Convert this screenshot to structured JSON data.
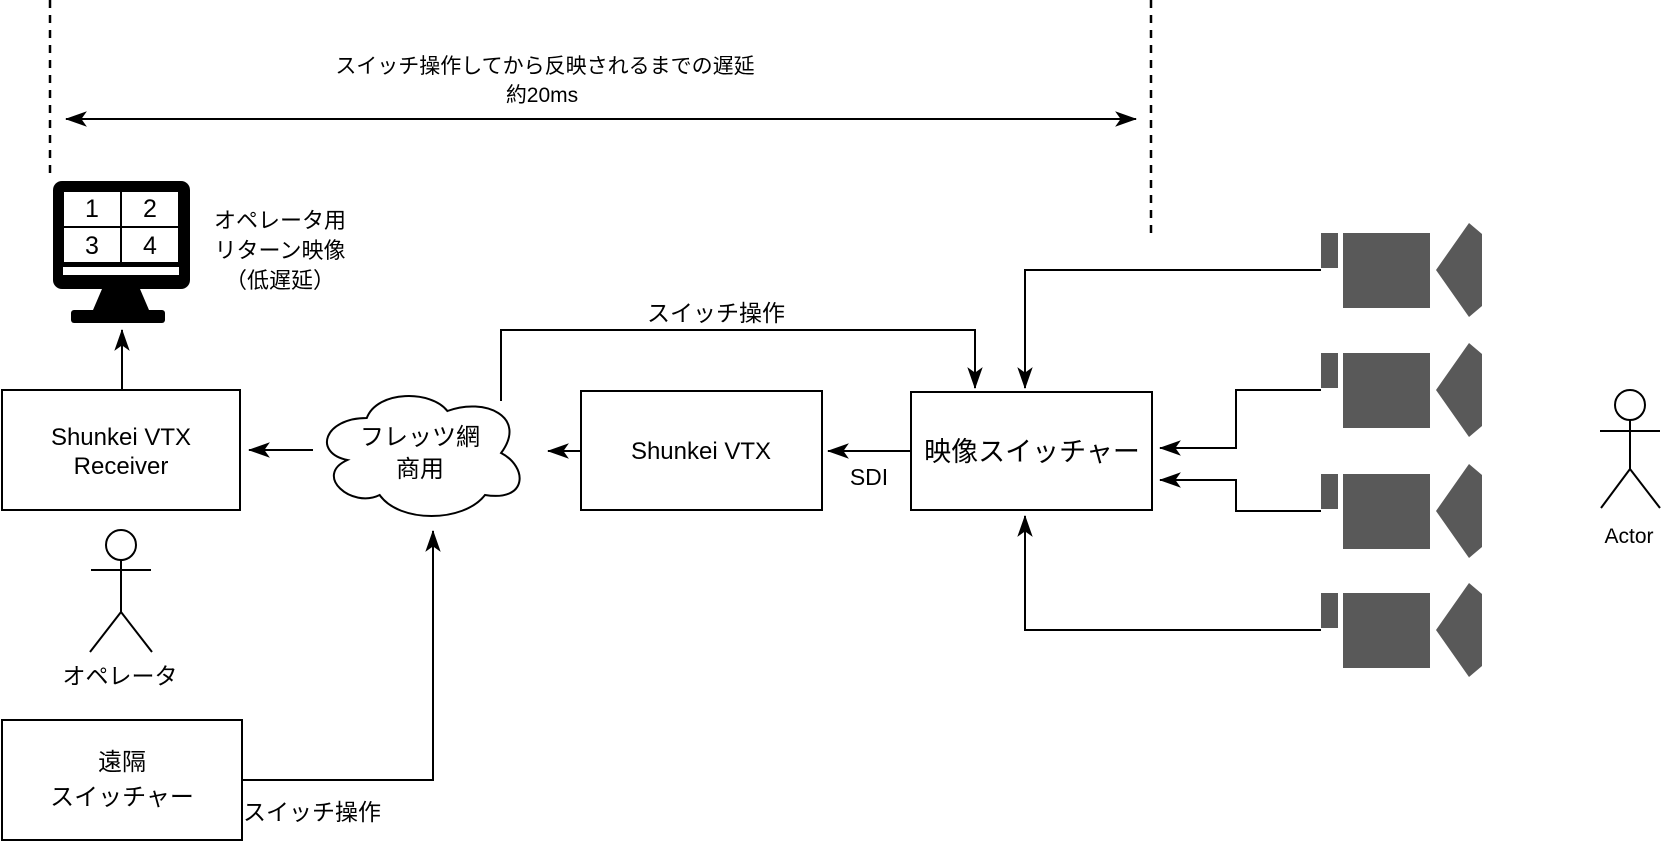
{
  "delay_annotation": {
    "line1": "スイッチ操作してから反映されるまでの遅延",
    "line2": "約20ms"
  },
  "monitor": {
    "cell1": "1",
    "cell2": "2",
    "cell3": "3",
    "cell4": "4",
    "label_line1": "オペレータ用",
    "label_line2": "リターン映像",
    "label_line3": "（低遅延）"
  },
  "nodes": {
    "receiver": {
      "line1": "Shunkei VTX",
      "line2": "Receiver"
    },
    "cloud": {
      "line1": "フレッツ網",
      "line2": "商用"
    },
    "vtx": {
      "label": "Shunkei VTX"
    },
    "switcher": {
      "label": "映像スイッチャー"
    },
    "remote": {
      "line1": "遠隔",
      "line2": "スイッチャー"
    }
  },
  "edge_labels": {
    "sdi": "SDI",
    "switch_op_top": "スイッチ操作",
    "switch_op_bottom": "スイッチ操作"
  },
  "figures": {
    "operator_label": "オペレータ",
    "actor_label": "Actor"
  },
  "colors": {
    "camera_gray": "#595959",
    "line_black": "#000000",
    "box_fill": "#ffffff"
  }
}
